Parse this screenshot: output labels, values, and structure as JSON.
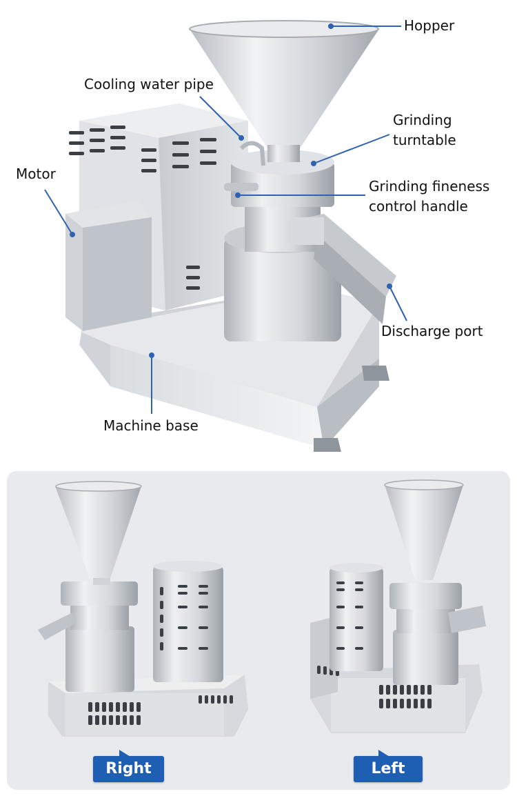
{
  "labels": {
    "hopper": "Hopper",
    "cooling_water_pipe": "Cooling water pipe",
    "motor": "Motor",
    "grinding_turntable_1": "Grinding",
    "grinding_turntable_2": "turntable",
    "fineness_handle_1": "Grinding fineness",
    "fineness_handle_2": "control handle",
    "discharge_port": "Discharge port",
    "machine_base": "Machine base"
  },
  "views": {
    "right": "Right",
    "left": "Left"
  },
  "colors": {
    "leader_line": "#2f62b0",
    "button": "#1f5fb3",
    "panel_bg": "#e9eaed",
    "steel_light": "#e4e6e9",
    "steel_mid": "#c3c7cc",
    "steel_dark": "#8d9299"
  }
}
